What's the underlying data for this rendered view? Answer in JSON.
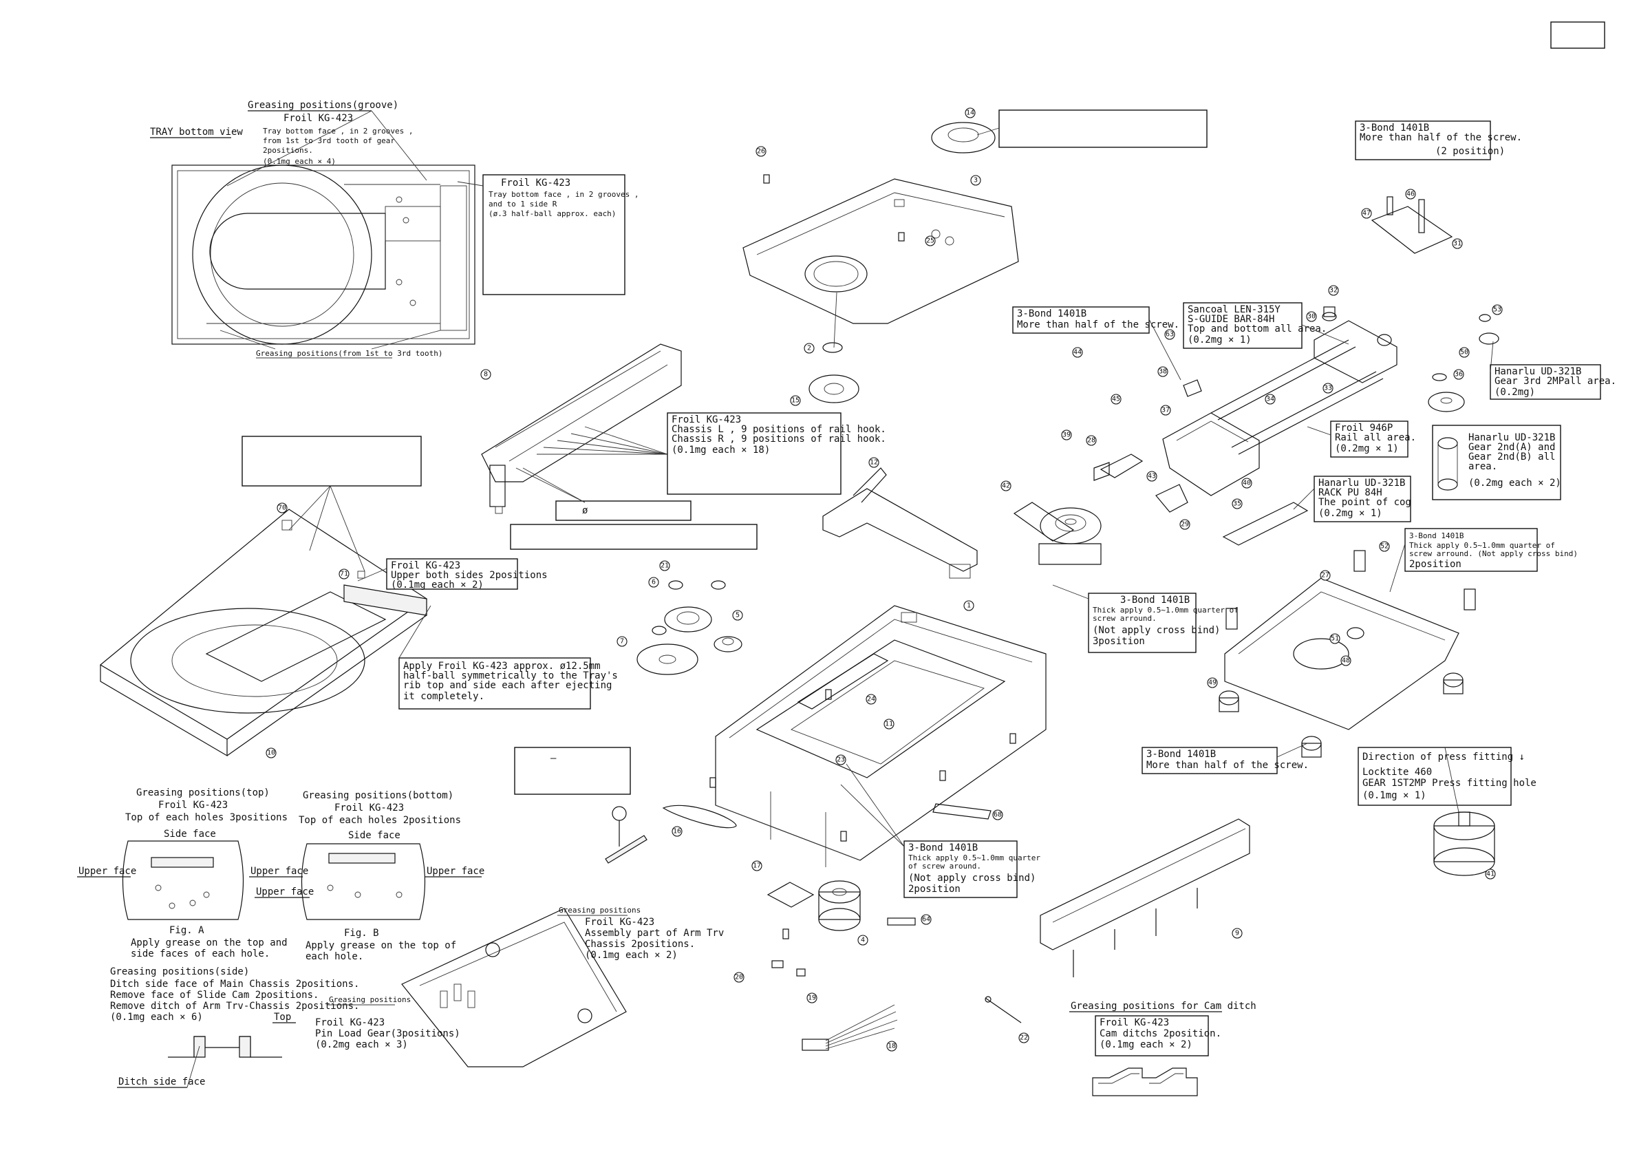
{
  "tray_view": {
    "title": "TRAY bottom view",
    "top_label": "Greasing positions(groove)",
    "top_lines": [
      "Froil KG-423",
      "Tray bottom face , in 2 grooves ,",
      "from 1st to 3rd tooth of gear",
      "2positions.",
      "(0.1mg each × 4)"
    ],
    "bottom_label": "Greasing positions(from 1st to 3rd tooth)"
  },
  "notes": {
    "tray_half_ball": [
      "Froil KG-423",
      "Tray bottom face , in 2 grooves ,",
      "and to 1 side R",
      "(ø.3 half-ball approx. each)"
    ],
    "chassis_rail_hook": [
      "Froil KG-423",
      "Chassis L , 9 positions of rail hook.",
      "Chassis R , 9 positions of rail hook.",
      "(0.1mg each × 18)"
    ],
    "phi_label": "ø",
    "tray_upper": [
      "Froil KG-423",
      "Upper both sides 2positions",
      "(0.1mg each × 2)"
    ],
    "tray_rib": [
      "Apply Froil KG-423 approx. ø12.5mm",
      "half-ball symmetrically to the Tray's",
      "rib top and side each after ejecting",
      "it completely."
    ],
    "dash_label": "–",
    "bond_screw_top": [
      "3-Bond 1401B",
      "More than half of the screw.",
      "(2 position)"
    ],
    "bond_screw_mid": [
      "3-Bond 1401B",
      "More than half of the screw."
    ],
    "sancoal": [
      "Sancoal LEN-315Y",
      "S-GUIDE BAR-84H",
      "Top and bottom all area.",
      "(0.2mg × 1)"
    ],
    "hanarlu_3rd": [
      "Hanarlu UD-321B",
      "Gear 3rd 2MPall area.",
      "(0.2mg)"
    ],
    "froil_946p": [
      "Froil 946P",
      "Rail all area.",
      "(0.2mg × 1)"
    ],
    "hanarlu_2nd": [
      "Hanarlu UD-321B",
      "Gear 2nd(A) and",
      "Gear 2nd(B) all",
      "area.",
      "(0.2mg each × 2)"
    ],
    "hanarlu_rack": [
      "Hanarlu UD-321B",
      "RACK PU 84H",
      "The point of cog",
      "(0.2mg × 1)"
    ],
    "bond_thick_right": [
      "3-Bond 1401B",
      "Thick apply 0.5~1.0mm quarter of",
      "screw arround. (Not apply cross bind)",
      "2position"
    ],
    "bond_thick_center": [
      "3-Bond 1401B",
      "Thick apply 0.5~1.0mm quarter of",
      "screw arround.",
      "(Not apply cross bind)",
      "3position"
    ],
    "bond_screw_low": [
      "3-Bond 1401B",
      "More than half of the screw."
    ],
    "locktite": [
      "Direction of press fitting ↓",
      "Locktite 460",
      "GEAR 1ST2MP Press fitting hole",
      "(0.1mg × 1)"
    ],
    "bond_thick_bottom": [
      "3-Bond 1401B",
      "Thick apply 0.5~1.0mm quarter",
      "of screw around.",
      "(Not apply cross bind)",
      "2position"
    ]
  },
  "grease_top": {
    "title": "Greasing positions(top)",
    "lines": [
      "Froil KG-423",
      "Top of each holes 3positions"
    ],
    "side_face": "Side face",
    "upper_face_left": "Upper face",
    "upper_face_right": "Upper face",
    "fig": "Fig. A",
    "caption": [
      "Apply grease on the top and",
      "side faces of each hole."
    ]
  },
  "grease_bottom": {
    "title": "Greasing positions(bottom)",
    "lines": [
      "Froil KG-423",
      "Top of each holes 2positions"
    ],
    "side_face": "Side face",
    "upper_face_left": "Upper face",
    "upper_face_right": "Upper face",
    "fig": "Fig. B",
    "caption": [
      "Apply grease on the top of",
      "each hole."
    ]
  },
  "grease_side": {
    "title": "Greasing positions(side)",
    "lines": [
      "Ditch side face of Main Chassis 2positions.",
      "Remove face of Slide Cam 2positions.",
      "Remove ditch of Arm Trv-Chassis 2positions.",
      "(0.1mg each × 6)"
    ],
    "top_label": "Top",
    "ditch_label": "Ditch side face"
  },
  "arm_trv": {
    "label": "Greasing positions",
    "lines": [
      "Froil KG-423",
      "Assembly part of Arm Trv",
      "Chassis 2positions.",
      "(0.1mg each × 2)"
    ]
  },
  "pin_load": {
    "label": "Greasing positions",
    "lines": [
      "Froil KG-423",
      "Pin Load Gear(3positions)",
      "(0.2mg each × 3)"
    ]
  },
  "cam_ditch": {
    "title": "Greasing positions for Cam ditch",
    "lines": [
      "Froil KG-423",
      "Cam ditchs 2position.",
      "(0.1mg each × 2)"
    ]
  },
  "callouts": [
    "14",
    "26",
    "3",
    "25",
    "2",
    "15",
    "8",
    "12",
    "1",
    "24",
    "11",
    "23",
    "4",
    "17",
    "20",
    "19",
    "18",
    "16",
    "68",
    "64",
    "22",
    "9",
    "10",
    "70",
    "71",
    "21",
    "6",
    "5",
    "7",
    "47",
    "46",
    "31",
    "32",
    "30",
    "44",
    "63",
    "38",
    "45",
    "39",
    "28",
    "37",
    "34",
    "33",
    "40",
    "43",
    "29",
    "35",
    "42",
    "53",
    "50",
    "36",
    "27",
    "52",
    "51",
    "49",
    "48",
    "41"
  ]
}
